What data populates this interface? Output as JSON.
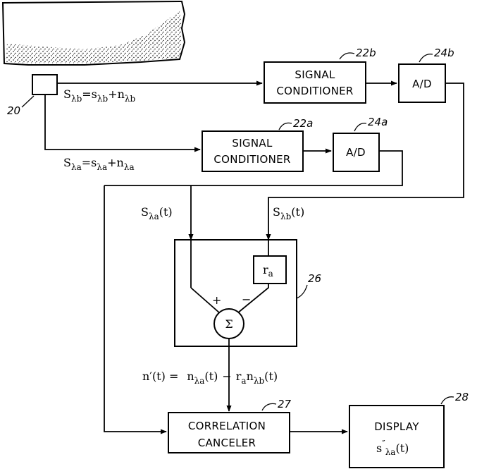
{
  "refs": {
    "sensor": "20",
    "cond_b": "22b",
    "ad_b": "24b",
    "cond_a": "22a",
    "ad_a": "24a",
    "subtractor": "26",
    "canceler": "27",
    "display": "28"
  },
  "boxes": {
    "cond_line1": "SIGNAL",
    "cond_line2": "CONDITIONER",
    "ad": "A/D",
    "ra": "r",
    "ra_sub": "a",
    "sigma": "Σ",
    "plus": "+",
    "minus": "−",
    "canceler_line1": "CORRELATION",
    "canceler_line2": "CANCELER",
    "display_line1": "DISPLAY"
  },
  "equations": {
    "eq_b": {
      "S": "S",
      "Ssub": "λb",
      "eq": "=",
      "s": "s",
      "ssub": "λb",
      "plus": "+",
      "n": "n",
      "nsub": "λb"
    },
    "eq_a": {
      "S": "S",
      "Ssub": "λa",
      "eq": "=",
      "s": "s",
      "ssub": "λa",
      "plus": "+",
      "n": "n",
      "nsub": "λa"
    },
    "in_a": {
      "S": "S",
      "sub": "λa",
      "arg": "(t)"
    },
    "in_b": {
      "S": "S",
      "sub": "λb",
      "arg": "(t)"
    },
    "noise": {
      "lhs": "n′(t) =",
      "n1": "n",
      "n1sub": "λa",
      "n1arg": "(t)",
      "minus": "−",
      "r": "r",
      "rsub": "a",
      "n2": "n",
      "n2sub": "λb",
      "n2arg": "(t)"
    },
    "display_out": {
      "s": "s",
      "prime": "″",
      "sub": "λa",
      "arg": "(t)"
    }
  }
}
